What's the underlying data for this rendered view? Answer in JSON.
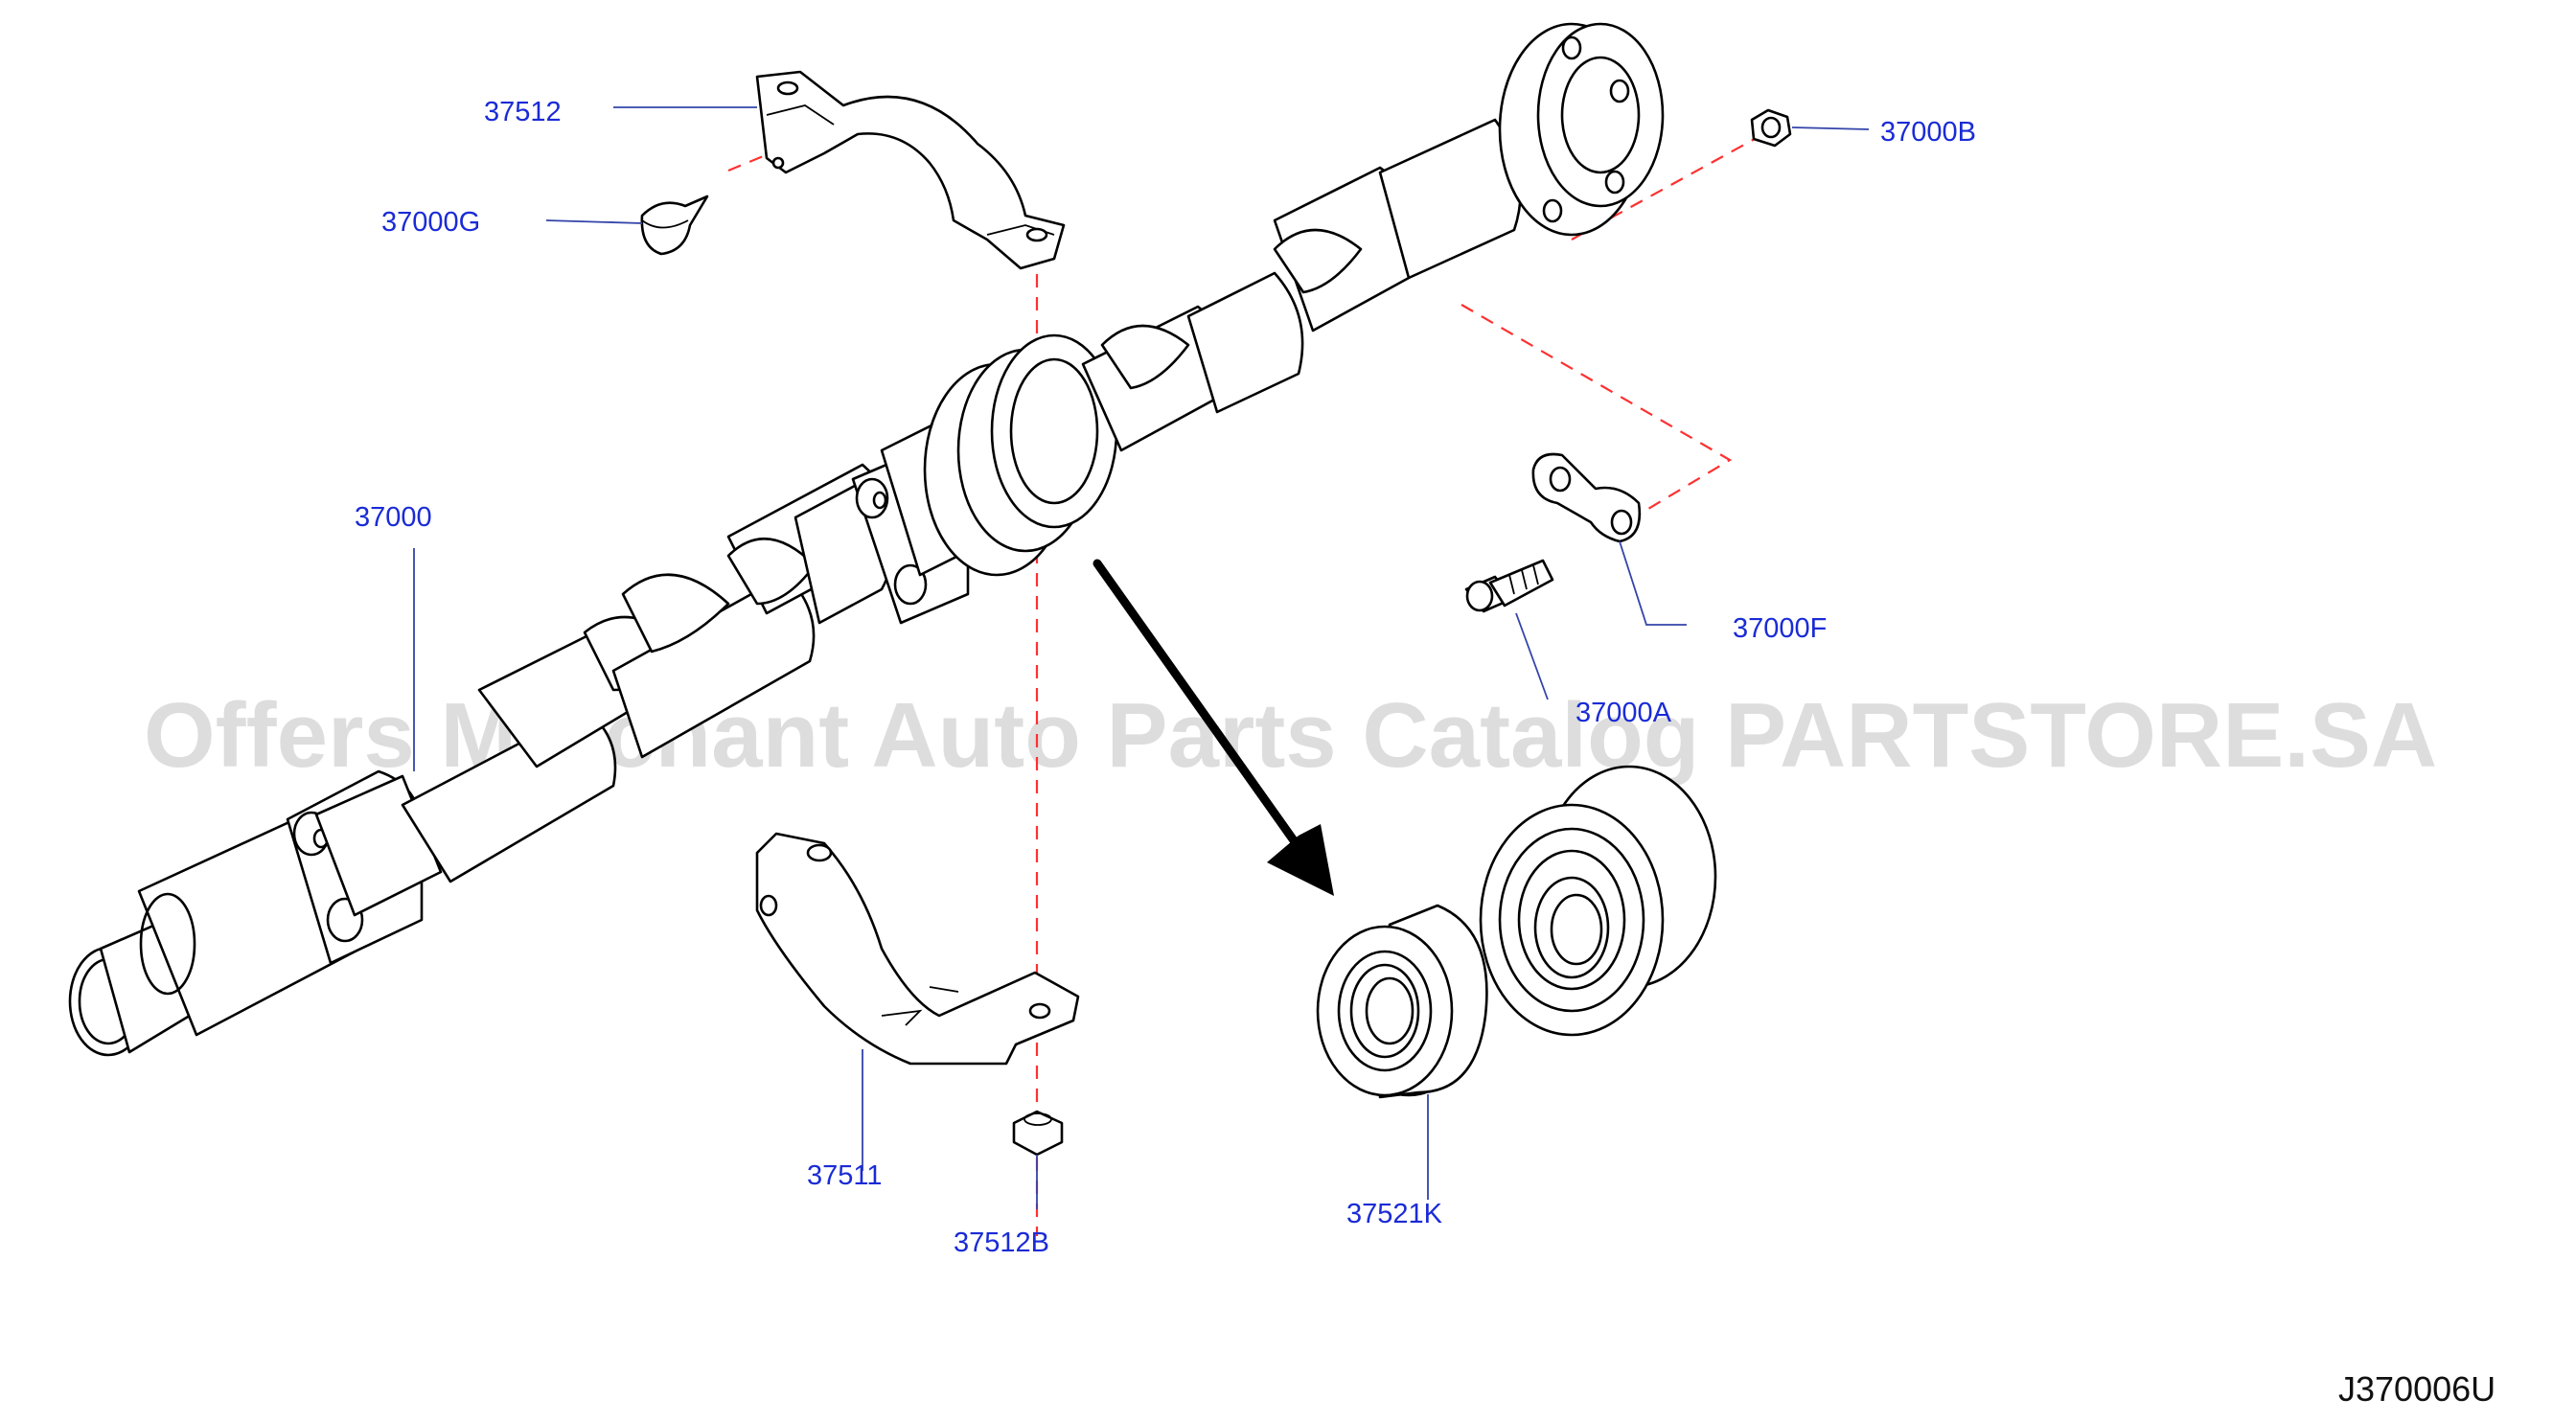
{
  "labels": {
    "l_37512": "37512",
    "l_37000G": "37000G",
    "l_37000": "37000",
    "l_37511": "37511",
    "l_37512B": "37512B",
    "l_37521K": "37521K",
    "l_37000B": "37000B",
    "l_37000F": "37000F",
    "l_37000A": "37000A"
  },
  "diagram_code": "J370006U",
  "watermark": "Offers Merchant Auto Parts Catalog PARTSTORE.SA",
  "colors": {
    "label": "#1a2bd6",
    "leader": "#3344aa",
    "guide_dash": "#ff3030",
    "outline": "#000000",
    "watermark": "#d8d8d8"
  }
}
